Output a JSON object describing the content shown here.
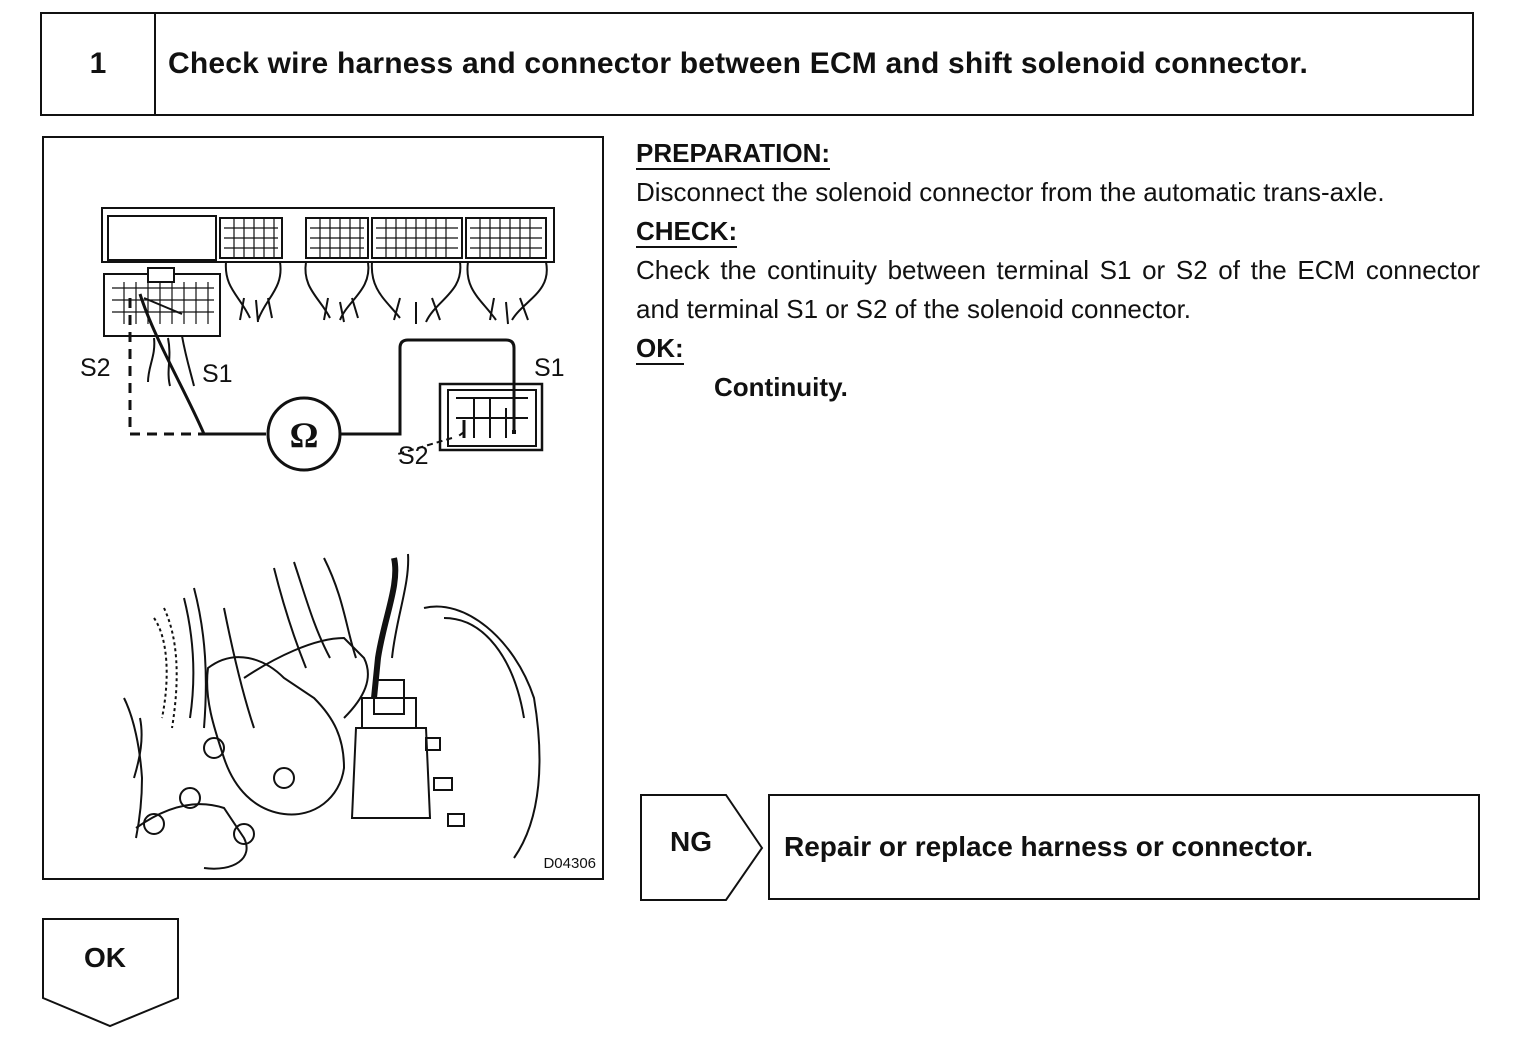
{
  "header": {
    "step_number": "1",
    "title": "Check wire harness and connector between ECM and shift solenoid connector."
  },
  "figure": {
    "labels": {
      "ecm_s2": "S2",
      "ecm_s1": "S1",
      "sol_s1": "S1",
      "sol_s2": "S2",
      "ohm": "Ω"
    },
    "figure_id": "D04306"
  },
  "instructions": {
    "preparation_label": "PREPARATION:",
    "preparation_text": "Disconnect the solenoid connector from the automatic trans-axle.",
    "check_label": "CHECK:",
    "check_text": "Check the continuity between terminal S1 or S2 of the ECM connector and terminal S1 or S2 of the solenoid connector.",
    "ok_label": "OK:",
    "ok_value": "Continuity."
  },
  "flow": {
    "ng_label": "NG",
    "ng_action": "Repair or replace harness or connector.",
    "ok_label": "OK"
  }
}
